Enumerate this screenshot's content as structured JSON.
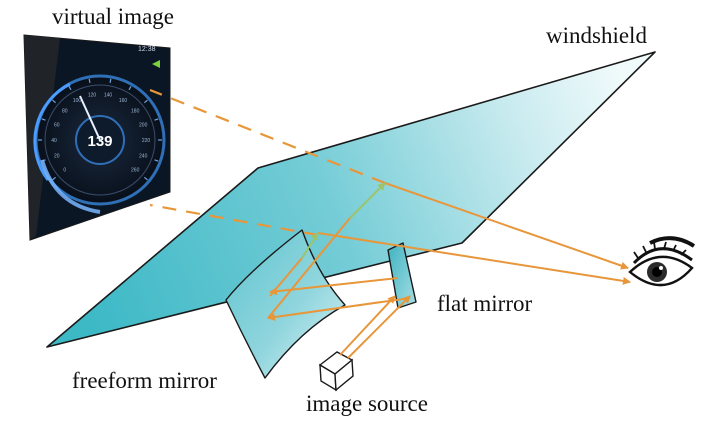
{
  "labels": {
    "virtual_image": "virtual image",
    "windshield": "windshield",
    "flat_mirror": "flat mirror",
    "freeform_mirror": "freeform mirror",
    "image_source": "image source"
  },
  "speedometer": {
    "speed": "139",
    "top_readout": "12:38",
    "ticks": [
      "0",
      "20",
      "40",
      "60",
      "80",
      "100",
      "120",
      "140",
      "160",
      "180",
      "200",
      "220",
      "240",
      "260"
    ]
  },
  "colors": {
    "ray": "#e8963a",
    "ray_through_glass": "#9cc46c",
    "glass_dark": "#44bcc8",
    "glass_light": "#e8f7f9",
    "dial_bg": "#0b1624",
    "dial_accent": "#2f6fb6",
    "outline": "#1a1a1a"
  },
  "icons": {
    "eye": "eye-icon",
    "image_source": "box-icon"
  }
}
